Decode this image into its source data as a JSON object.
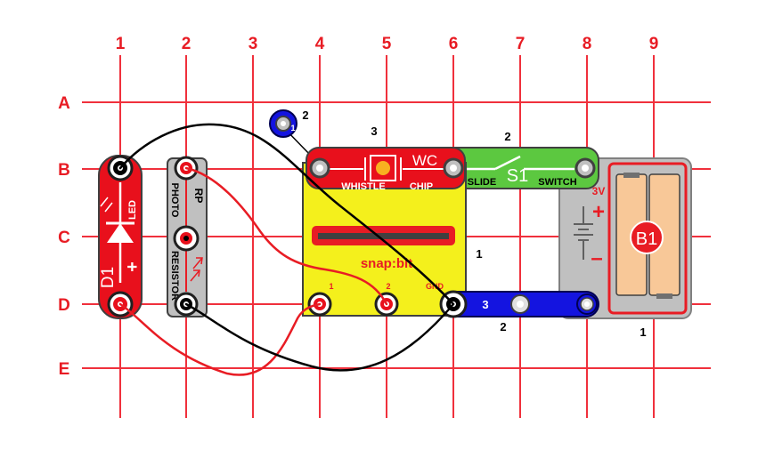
{
  "grid": {
    "columns": [
      "1",
      "2",
      "3",
      "4",
      "5",
      "6",
      "7",
      "8",
      "9"
    ],
    "rows": [
      "A",
      "B",
      "C",
      "D",
      "E"
    ]
  },
  "parts": {
    "led": {
      "id": "D1",
      "label": "LED",
      "plus": "+"
    },
    "photoresistor": {
      "id": "RP",
      "label_top": "PHOTO",
      "label_bottom": "RESISTOR"
    },
    "whistle_chip": {
      "id": "WC",
      "label_left": "WHISTLE",
      "label_right": "CHIP",
      "level": "3"
    },
    "slide_switch": {
      "id": "S1",
      "label_left": "SLIDE",
      "label_right": "SWITCH",
      "level": "2"
    },
    "snapbit": {
      "name": "snap:bit",
      "pin1": "1",
      "pin2": "2",
      "pin_gnd": "GND",
      "level": "1"
    },
    "battery": {
      "id": "B1",
      "voltage": "3V",
      "plus": "+",
      "minus": "–",
      "level": "1"
    },
    "wire_3": {
      "label": "3",
      "level": "2"
    },
    "wire_1": {
      "label": "1",
      "level": "2"
    }
  },
  "colors": {
    "grid": "#f0303c",
    "text_red": "#e81c24",
    "led_body": "#e8101c",
    "whistle_body": "#e8101c",
    "switch_body": "#5cc840",
    "snapbit_body": "#f4f01c",
    "wire_blue": "#1414e0",
    "battery_frame": "#c0c0c0",
    "cell": "#f8c898",
    "wire_black": "#000000",
    "wire_red": "#e81c24"
  }
}
